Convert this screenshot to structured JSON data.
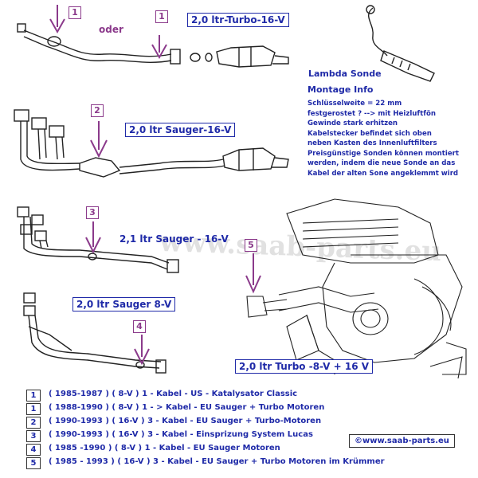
{
  "watermark": "www.saab-parts.eu",
  "oder": "oder",
  "lambda_title": "Lambda Sonde",
  "montage_title": "Montage Info",
  "info_lines": [
    "Schlüsselweite = 22 mm",
    "festgerostet ? --> mit Heizluftfön",
    "Gewinde stark erhitzen",
    "Kabelstecker befindet sich oben",
    "neben Kasten des Innenluftfilters",
    "Preisgünstige Sonden können montiert werden, indem die neue Sonde an das Kabel der alten Sone angeklemmt wird"
  ],
  "labels": {
    "turbo16": "2,0 ltr-Turbo-16-V",
    "sauger16": "2,0 ltr Sauger-16-V",
    "sauger21": "2,1 ltr Sauger - 16-V",
    "sauger8": "2,0 ltr  Sauger 8-V",
    "turbo8": "2,0 ltr Turbo -8-V  + 16 V"
  },
  "markers": {
    "m1a": "1",
    "m1b": "1",
    "m2": "2",
    "m3": "3",
    "m4": "4",
    "m5": "5"
  },
  "legend": [
    {
      "num": "1",
      "text": "( 1985-1987 ) ( 8-V ) 1 - Kabel - US - Katalysator Classic"
    },
    {
      "num": "1",
      "text": "( 1988-1990 ) ( 8-V ) 1 - > Kabel - EU  Sauger + Turbo Motoren"
    },
    {
      "num": "2",
      "text": "( 1990-1993 ) ( 16-V ) 3 - Kabel - EU Sauger + Turbo-Motoren"
    },
    {
      "num": "3",
      "text": "( 1990-1993 ) ( 16-V ) 3 - Kabel - Einsprizung System Lucas"
    },
    {
      "num": "4",
      "text": "( 1985 -1990 ) ( 8-V ) 1 - Kabel - EU  Sauger Motoren"
    },
    {
      "num": "5",
      "text": "( 1985 - 1993 ) ( 16-V ) 3 - Kabel - EU  Sauger + Turbo Motoren im Krümmer"
    }
  ],
  "copyright": "©www.saab-parts.eu"
}
